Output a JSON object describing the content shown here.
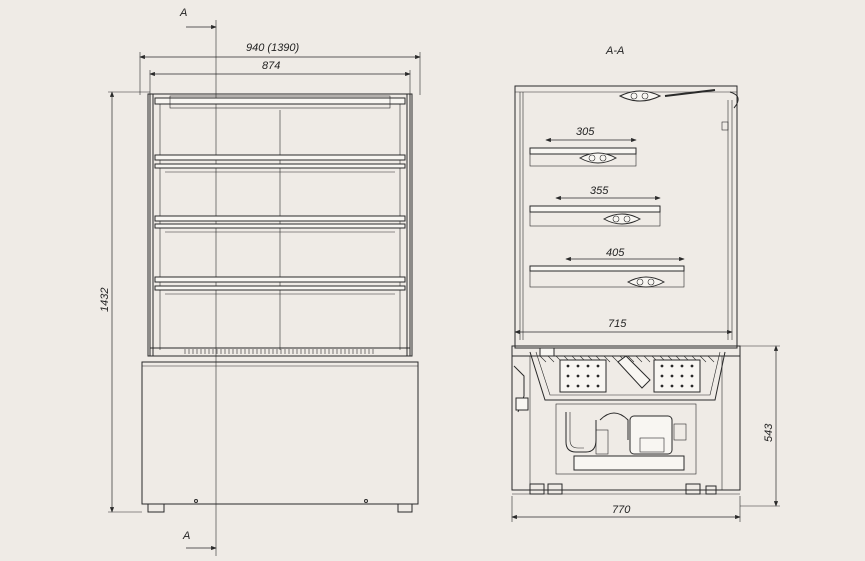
{
  "labels": {
    "section_mark_top": "A",
    "section_mark_bottom": "A",
    "section_title": "A-A"
  },
  "front_view": {
    "overall_width": "940 (1390)",
    "inner_width": "874",
    "height": "1432"
  },
  "side_view": {
    "shelf_1_depth": "305",
    "shelf_2_depth": "355",
    "shelf_3_depth": "405",
    "cabinet_inner_depth": "715",
    "base_depth": "770",
    "base_height": "543"
  }
}
